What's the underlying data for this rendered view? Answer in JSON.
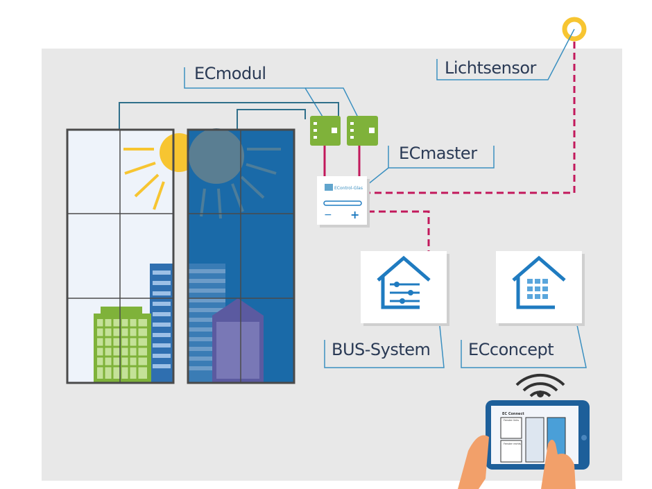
{
  "labels": {
    "ecmodul": "ECmodul",
    "lichtsensor": "Lichtsensor",
    "ecmaster": "ECmaster",
    "bus_system": "BUS-System",
    "ecconcept": "ECconcept"
  },
  "device": {
    "brand": "EControl-Glas",
    "minus": "−",
    "plus": "+"
  },
  "tablet": {
    "title": "EC Connect",
    "panel_left": "Fenster links",
    "panel_right": "Fenster rechts"
  },
  "colors": {
    "background": "#e8e8e8",
    "line": "#3a6f8f",
    "dashed": "#c2185b",
    "accent_blue": "#1f7bc0",
    "module_green": "#7fb23a",
    "sun": "#f7c531"
  }
}
